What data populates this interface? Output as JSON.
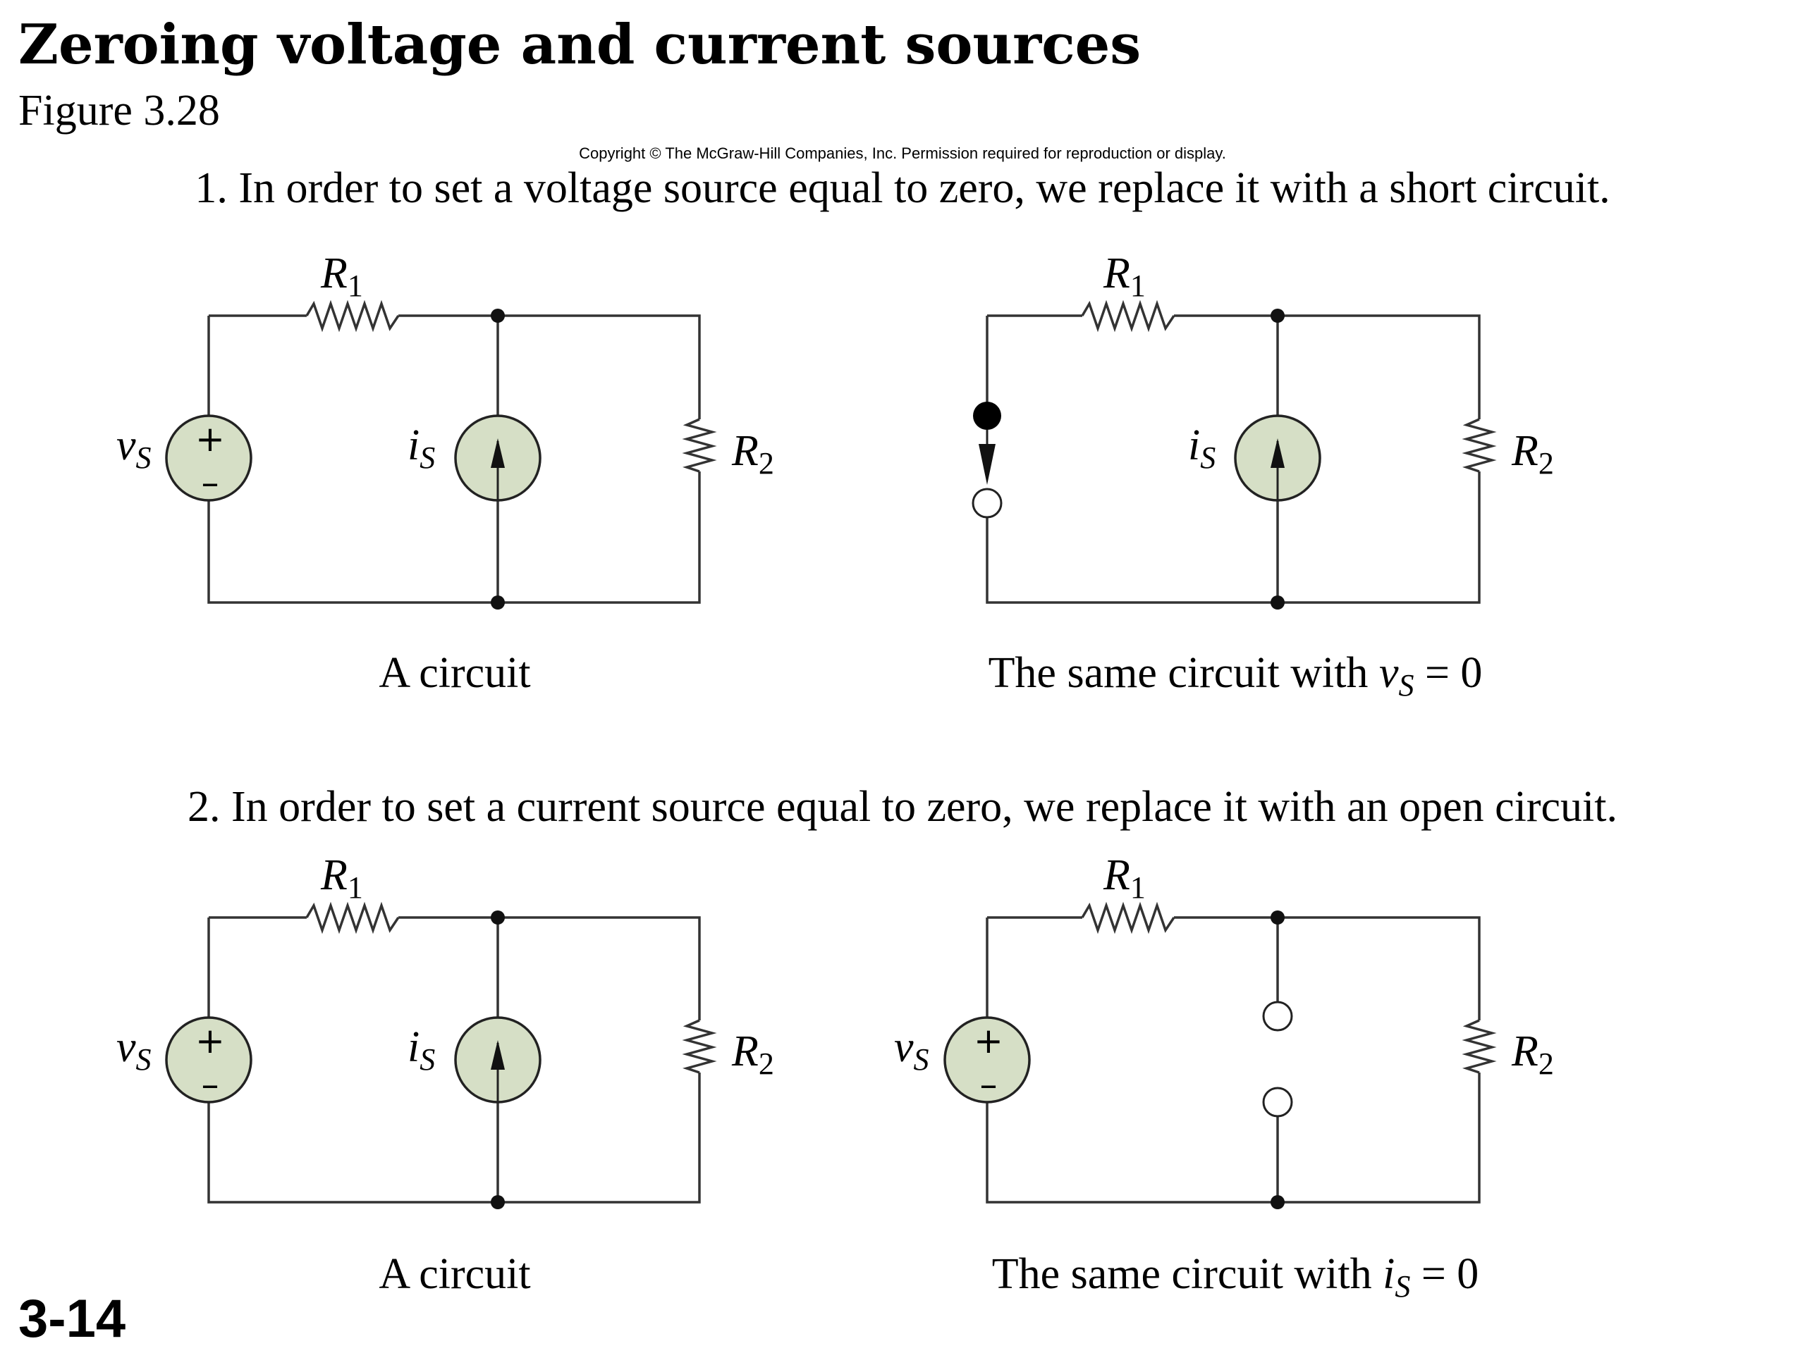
{
  "header": {
    "title": "Zeroing voltage and current sources",
    "figure": "Figure 3.28",
    "copyright": "Copyright © The McGraw-Hill Companies, Inc. Permission required for reproduction or display."
  },
  "rules": {
    "rule_1": "1. In order to set a voltage source equal to zero, we replace it with a short circuit.",
    "rule_2": "2. In order to set a current source equal to zero, we replace it with an open circuit."
  },
  "labels": {
    "resistor_1": {
      "symbol": "R",
      "subscript": "1"
    },
    "resistor_2": {
      "symbol": "R",
      "subscript": "2"
    },
    "voltage_source": {
      "symbol": "v",
      "subscript": "S"
    },
    "current_source": {
      "symbol": "i",
      "subscript": "S"
    },
    "plus": "+",
    "minus": "–"
  },
  "captions": {
    "circuit": "A circuit",
    "zero_voltage": {
      "prefix": "The same circuit with ",
      "symbol": "v",
      "subscript": "S",
      "suffix": " = 0"
    },
    "zero_current": {
      "prefix": "The same circuit with ",
      "symbol": "i",
      "subscript": "S",
      "suffix": " = 0"
    }
  },
  "page_number": "3-14",
  "colors": {
    "source_fill": "#d6dfc6",
    "wire": "#333333"
  }
}
